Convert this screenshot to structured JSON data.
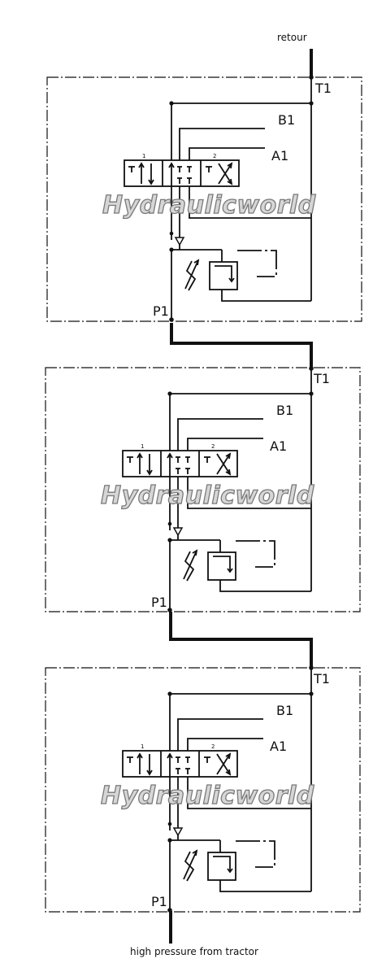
{
  "diagram": {
    "top_label": "retour",
    "bottom_label": "high pressure from tractor",
    "sections": [
      {
        "t_port": "T1",
        "b_port": "B1",
        "a_port": "A1",
        "p_port": "P1",
        "pos_left": "1",
        "pos_right": "2",
        "watermark": "Hydraulicworld"
      },
      {
        "t_port": "T1",
        "b_port": "B1",
        "a_port": "A1",
        "p_port": "P1",
        "pos_left": "1",
        "pos_right": "2",
        "watermark": "Hydraulicworld"
      },
      {
        "t_port": "T1",
        "b_port": "B1",
        "a_port": "A1",
        "p_port": "P1",
        "pos_left": "1",
        "pos_right": "2",
        "watermark": "Hydraulicworld"
      }
    ]
  }
}
